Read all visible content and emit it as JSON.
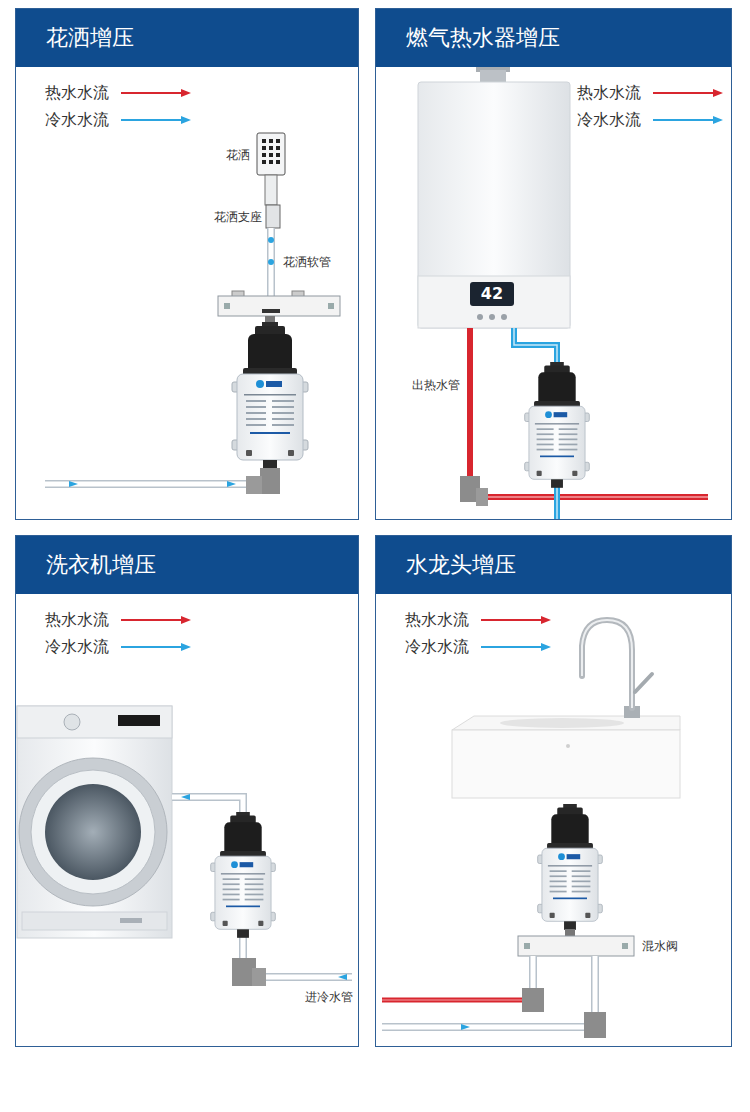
{
  "diagram": {
    "nodes": [
      {
        "text": [
          "花洒增压"
        ]
      },
      {
        "text": [
          "燃气热水器增压"
        ]
      },
      {
        "text": [
          "洗衣机增压"
        ]
      },
      {
        "text": [
          "水龙头增压"
        ]
      }
    ],
    "labels": [
      "花洒",
      "花洒支座",
      "花洒软管",
      "42",
      "出热水管",
      "进冷水管",
      "混水阀"
    ],
    "legend": [
      {
        "text": "热水水流"
      },
      {
        "text": "冷水水流"
      },
      {
        "text": "热水水流"
      },
      {
        "text": "冷水水流"
      },
      {
        "text": "热水水流"
      },
      {
        "text": "冷水水流"
      },
      {
        "text": "热水水流"
      },
      {
        "text": "冷水水流"
      }
    ]
  }
}
